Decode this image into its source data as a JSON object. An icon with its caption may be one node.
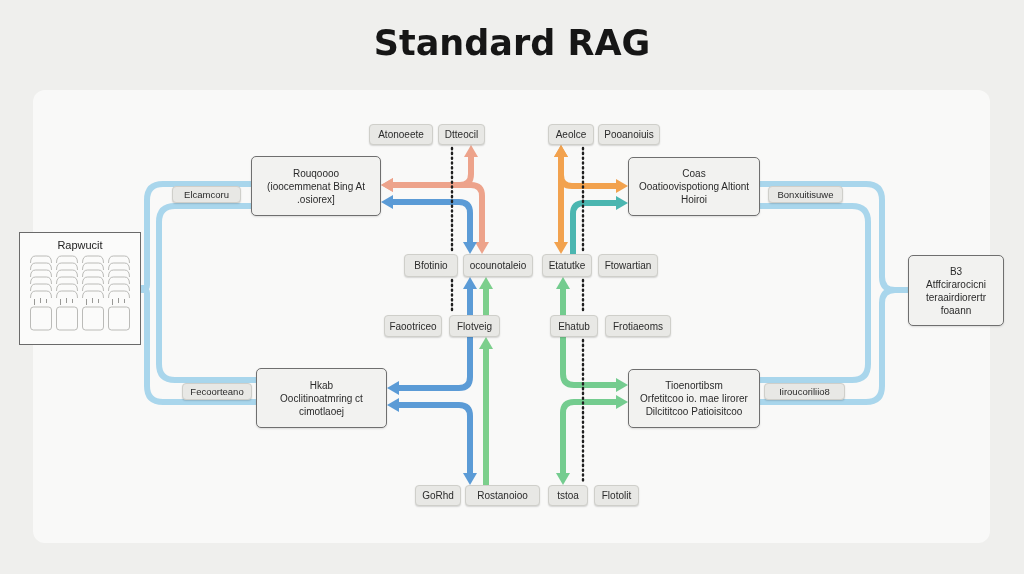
{
  "diagram": {
    "title": "Standard RAG",
    "nodes": [
      {
        "text": [
          "Atonoeete"
        ]
      },
      {
        "text": [
          "Dtteocil"
        ]
      },
      {
        "text": [
          "Aeolce"
        ]
      },
      {
        "text": [
          "Pooanoiuis"
        ]
      },
      {
        "text": [
          "Rouqoooo",
          "(ioocemmenat Bing At .osiorex]"
        ]
      },
      {
        "text": [
          "Coas",
          "Ooatioovispotiong Altiont Hoiroi"
        ]
      },
      {
        "text": [
          "Rapwucit"
        ]
      },
      {
        "text": [
          "Bfotinio"
        ]
      },
      {
        "text": [
          "ocounotaleio"
        ]
      },
      {
        "text": [
          "Etatutke"
        ]
      },
      {
        "text": [
          "Ftowartian"
        ]
      },
      {
        "text": [
          "B3",
          "Atffcirarocicni teraairdiorertr foaann"
        ]
      },
      {
        "text": [
          "Faootriceo"
        ]
      },
      {
        "text": [
          "Flotveig"
        ]
      },
      {
        "text": [
          "Ehatub"
        ]
      },
      {
        "text": [
          "Frotiaeoms"
        ]
      },
      {
        "text": [
          "Hkab",
          "Ooclitinoatmring ct cimotlaoej"
        ]
      },
      {
        "text": [
          "Tioenortibsm",
          "Orfetitcoo io. mae Iirorer Dilcititcoo Patioisitcoo"
        ]
      },
      {
        "text": [
          "GoRhd"
        ]
      },
      {
        "text": [
          "Rostanoioo"
        ]
      },
      {
        "text": [
          "tstoa"
        ]
      },
      {
        "text": [
          "Flotolit"
        ]
      }
    ],
    "edges": [
      {
        "from": 4,
        "to": 1,
        "arrow": "both",
        "color": "#eda38b"
      },
      {
        "from": 4,
        "to": 8,
        "arrow": "both",
        "color": "#eda38b"
      },
      {
        "from": 4,
        "to": 8,
        "arrow": "both",
        "color": "#5b9bd6"
      },
      {
        "from": 13,
        "to": 8,
        "arrow": "to",
        "color": "#7ccf8c"
      },
      {
        "from": 13,
        "to": 8,
        "arrow": "to",
        "color": "#5b9bd6"
      },
      {
        "from": 13,
        "to": 16,
        "arrow": "to",
        "color": "#5b9bd6"
      },
      {
        "from": 16,
        "to": 19,
        "arrow": "both",
        "color": "#5b9bd6"
      },
      {
        "from": 19,
        "to": 13,
        "arrow": "to",
        "color": "#7ccf8c"
      },
      {
        "from": 2,
        "to": 9,
        "arrow": "both",
        "color": "#f2a24e"
      },
      {
        "from": 2,
        "to": 5,
        "arrow": "both",
        "color": "#f2a24e"
      },
      {
        "from": 9,
        "to": 5,
        "arrow": "to",
        "color": "#4bb6b0"
      },
      {
        "from": 14,
        "to": 9,
        "arrow": "to",
        "color": "#74cc8f"
      },
      {
        "from": 14,
        "to": 17,
        "arrow": "to",
        "color": "#74cc8f"
      },
      {
        "from": 17,
        "to": 20,
        "arrow": "both",
        "color": "#74cc8f"
      },
      {
        "from": 1,
        "to": 7,
        "arrow": "none",
        "style": "dashed",
        "color": "#1f1f1f"
      },
      {
        "from": 7,
        "to": 13,
        "arrow": "none",
        "style": "dashed",
        "color": "#1f1f1f"
      },
      {
        "from": 2,
        "to": 9,
        "arrow": "none",
        "style": "dashed",
        "color": "#1f1f1f"
      },
      {
        "from": 9,
        "to": 14,
        "arrow": "none",
        "style": "dashed",
        "color": "#1f1f1f"
      },
      {
        "from": 14,
        "to": 20,
        "arrow": "none",
        "style": "dashed",
        "color": "#1f1f1f"
      },
      {
        "from": 4,
        "to": 6,
        "arrow": "none",
        "label": "Elcamcoru",
        "color": "#a9d6ec"
      },
      {
        "from": 16,
        "to": 6,
        "arrow": "none",
        "label": "Fecoorteano",
        "color": "#a9d6ec"
      },
      {
        "from": 4,
        "to": 16,
        "arrow": "none",
        "color": "#a9d6ec"
      },
      {
        "from": 5,
        "to": 11,
        "arrow": "none",
        "label": "Bonxuitisuwe",
        "color": "#a9d6ec"
      },
      {
        "from": 17,
        "to": 11,
        "arrow": "none",
        "label": "Iiroucoriliio8",
        "color": "#a9d6ec"
      },
      {
        "from": 5,
        "to": 17,
        "arrow": "none",
        "color": "#a9d6ec"
      }
    ]
  }
}
